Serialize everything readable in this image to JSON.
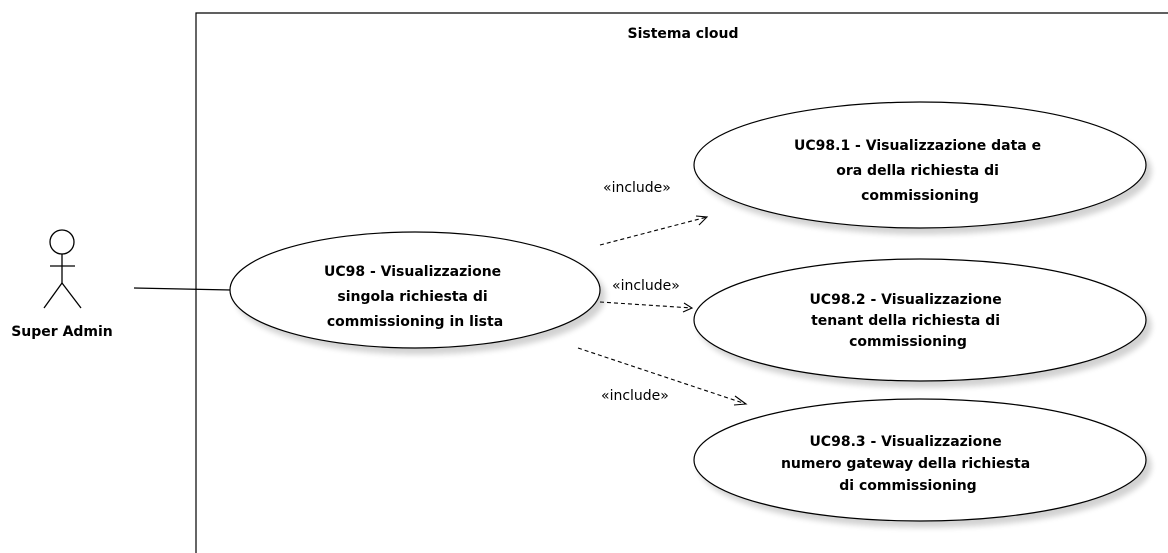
{
  "system": {
    "title": "Sistema cloud"
  },
  "actor": {
    "name": "Super Admin"
  },
  "use_cases": {
    "main": {
      "lines": [
        "UC98 - Visualizzazione",
        "singola richiesta di",
        "commissioning in lista"
      ]
    },
    "uc1": {
      "lines": [
        "UC98.1 - Visualizzazione data e",
        "ora della richiesta di",
        "commissioning"
      ]
    },
    "uc2": {
      "lines": [
        "UC98.2 - Visualizzazione",
        "tenant della richiesta di",
        "commissioning"
      ]
    },
    "uc3": {
      "lines": [
        "UC98.3 - Visualizzazione",
        "numero gateway della richiesta",
        "di commissioning"
      ]
    }
  },
  "relations": {
    "include1": "«include»",
    "include2": "«include»",
    "include3": "«include»"
  }
}
